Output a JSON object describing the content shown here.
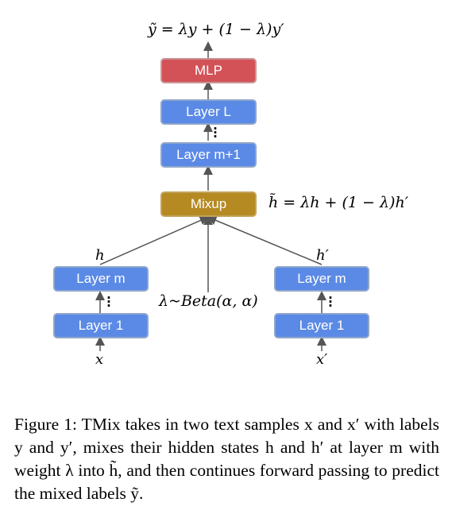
{
  "diagram": {
    "output_formula": "ỹ = λy + (1 − λ)y′",
    "mixup_formula": "h̃ = λh + (1 − λ)h′",
    "beta_formula": "λ~Beta(α, α)",
    "boxes": {
      "mlp": "MLP",
      "layer_L": "Layer L",
      "layer_m1": "Layer m+1",
      "mixup": "Mixup",
      "left_layer_m": "Layer m",
      "left_layer_1": "Layer 1",
      "right_layer_m": "Layer m",
      "right_layer_1": "Layer 1"
    },
    "labels": {
      "left_h": "h",
      "right_h": "h′",
      "left_x": "x",
      "right_x": "x′"
    },
    "colors": {
      "layer_blue": "#5b8ae6",
      "mlp_red": "#d35257",
      "mixup_gold": "#b58a22"
    }
  },
  "caption": "Figure 1: TMix takes in two text samples x and x′ with labels y and y′, mixes their hidden states h and h′ at layer m with weight λ into h̃, and then continues forward passing to predict the mixed labels ỹ."
}
